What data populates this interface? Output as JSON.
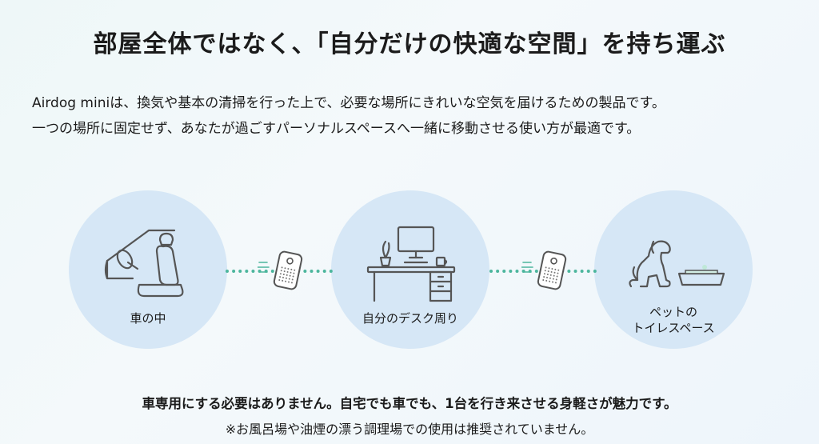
{
  "headline": "部屋全体ではなく、「自分だけの快適な空間」を持ち運ぶ",
  "description": [
    "Airdog miniは、換気や基本の清掃を行った上で、必要な場所にきれいな空気を届けるための製品です。",
    "一つの場所に固定せず、あなたが過ごすパーソナルスペースへ一緒に移動させる使い方が最適です。"
  ],
  "scenes": {
    "car": {
      "label": "車の中",
      "icon": "car-seat-icon"
    },
    "desk": {
      "label": "自分のデスク周り",
      "icon": "desk-icon"
    },
    "pet": {
      "label_line1": "ペットの",
      "label_line2": "トイレスペース",
      "icon": "dog-icon"
    }
  },
  "connector_icon": "air-purifier-icon",
  "footer": {
    "bold": "車専用にする必要はありません。自宅でも車でも、1台を行き来させる身軽さが魅力です。",
    "note": "※お風呂場や油煙の漂う調理場での使用は推奨されていません。"
  },
  "colors": {
    "circle": "#d6e7f6",
    "accent": "#4cb69d",
    "line_art": "#555555"
  }
}
